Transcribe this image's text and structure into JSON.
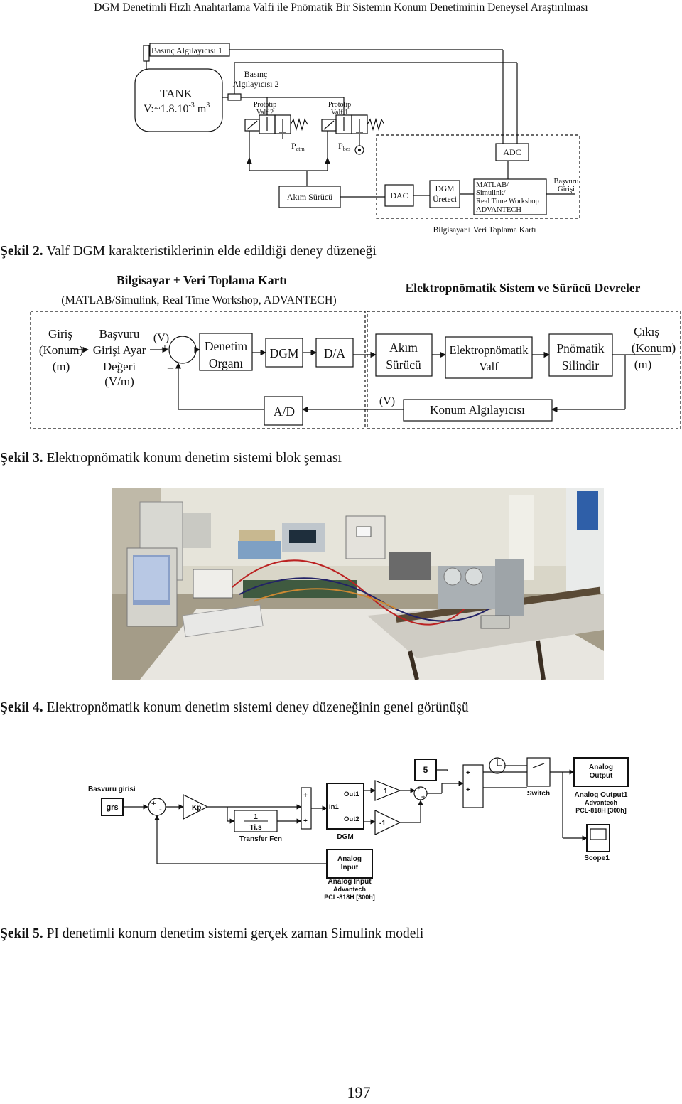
{
  "header": "DGM Denetimli Hızlı Anahtarlama Valfi ile Pnömatik Bir Sistemin Konum Denetiminin Deneysel Araştırılması",
  "fig2": {
    "basinc1": "Basınç Algılayıcısı 1",
    "basinc2_l1": "Basınç",
    "basinc2_l2": "Algılayıcısı 2",
    "tank_l1": "TANK",
    "tank_l2a": "V:~1.8.10",
    "tank_l2b": "-3",
    "tank_l2c": " m",
    "tank_l2d": "3",
    "valf2_l1": "Prototip",
    "valf2_l2": "Valf 2",
    "valf1_l1": "Prototip",
    "valf1_l2": "Valf 1",
    "patm": "P",
    "patm_sub": "atm",
    "pbes": "P",
    "pbes_sub": "bes",
    "adc": "ADC",
    "akim": "Akım Sürücü",
    "dac": "DAC",
    "dgm_l1": "DGM",
    "dgm_l2": "Üreteci",
    "matlab_l1": "MATLAB/",
    "matlab_l2": "Simulink/",
    "matlab_l3": "Real Time Workshop",
    "matlab_l4": "ADVANTECH",
    "basvuru_l1": "Başvuru",
    "basvuru_l2": "Girişi",
    "bilgisayar": "Bilgisayar+ Veri Toplama Kartı"
  },
  "cap2": {
    "label": "Şekil 2.",
    "text": " Valf DGM karakteristiklerinin elde edildiği deney düzeneği"
  },
  "fig3": {
    "left_title": "Bilgisayar + Veri Toplama Kartı",
    "left_sub": "(MATLAB/Simulink, Real Time Workshop, ADVANTECH)",
    "right_title": "Elektropnömatik Sistem ve Sürücü Devreler",
    "giris_l1": "Giriş",
    "giris_l2": "(Konum)",
    "giris_l3": "(m)",
    "bas_l1": "Başvuru",
    "bas_l2": "Girişi Ayar",
    "bas_l3": "Değeri",
    "bas_l4": "(V/m)",
    "v1": "(V)",
    "plus": "+",
    "minus": "−",
    "denetim_l1": "Denetim",
    "denetim_l2": "Organı",
    "dgm": "DGM",
    "da": "D/A",
    "akim_l1": "Akım",
    "akim_l2": "Sürücü",
    "ep_l1": "Elektropnömatik",
    "ep_l2": "Valf",
    "pn_l1": "Pnömatik",
    "pn_l2": "Silindir",
    "cikis_l1": "Çıkış",
    "cikis_l2": "(Konum)",
    "cikis_l3": "(m)",
    "ad": "A/D",
    "v2": "(V)",
    "konum": "Konum Algılayıcısı"
  },
  "cap3": {
    "label": "Şekil 3.",
    "text": " Elektropnömatik konum denetim sistemi blok şeması"
  },
  "cap4": {
    "label": "Şekil 4.",
    "text": " Elektropnömatik konum denetim sistemi deney düzeneğinin genel görünüşü"
  },
  "fig5": {
    "const5": "5",
    "basvuru": "Basvuru girisi",
    "grs": "grs",
    "sum_pm": "+",
    "sum_m": "-",
    "kp": "Kp",
    "tf_num": "1",
    "tf_den": "Ti.s",
    "tf_name": "Transfer Fcn",
    "in1": "In1",
    "out1": "Out1",
    "out2": "Out2",
    "dgm": "DGM",
    "g1": "1",
    "gm1": "-1",
    "switch": "Switch",
    "ao_l1": "Analog",
    "ao_l2": "Output",
    "ao_n1": "Analog Output1",
    "ao_n2": "Advantech",
    "ao_n3": "PCL-818H [300h]",
    "scope": "Scope1",
    "ai_l1": "Analog",
    "ai_l2": "Input",
    "ai_n1": "Analog Input",
    "ai_n2": "Advantech",
    "ai_n3": "PCL-818H [300h]"
  },
  "cap5": {
    "label": "Şekil 5.",
    "text": " PI denetimli konum denetim sistemi gerçek zaman Simulink modeli"
  },
  "page_number": "197"
}
